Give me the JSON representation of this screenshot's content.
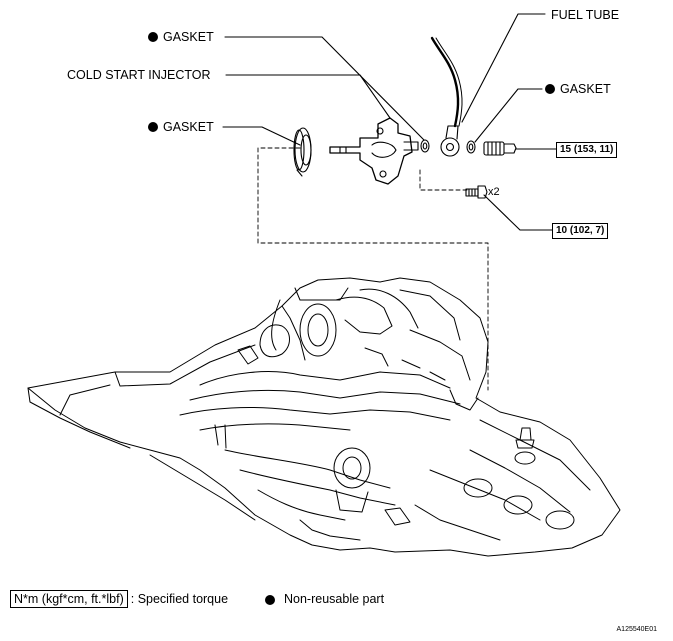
{
  "callouts": {
    "fuel_tube": "FUEL TUBE",
    "gasket_top": "GASKET",
    "cold_start_injector": "COLD START INJECTOR",
    "gasket_right": "GASKET",
    "gasket_left": "GASKET"
  },
  "torques": {
    "t1": "15 (153, 11)",
    "t2": "10 (102, 7)"
  },
  "quantity": "x2",
  "legend": {
    "torque_box": "N*m (kgf*cm, ft.*lbf)",
    "torque_desc": ": Specified torque",
    "nonreusable": "Non-reusable part"
  },
  "figure_code": "A125540E01"
}
